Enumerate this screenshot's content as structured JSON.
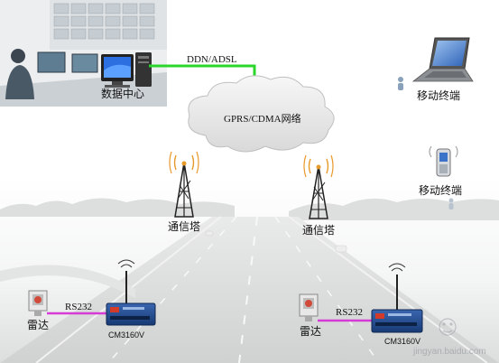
{
  "diagram": {
    "data_center_label": "数据中心",
    "link_label": "DDN/ADSL",
    "network_label": "GPRS/CDMA网络",
    "mobile_terminal_laptop_label": "移动终端",
    "mobile_terminal_phone_label": "移动终端",
    "tower_left_label": "通信塔",
    "tower_right_label": "通信塔",
    "radar_left_label": "雷达",
    "radar_right_label": "雷达",
    "rs232_left_label": "RS232",
    "rs232_right_label": "RS232",
    "device_left_label": "CM3160V",
    "device_right_label": "CM3160V"
  },
  "watermark": {
    "text": "jingyan.baidu.com"
  },
  "colors": {
    "link_green": "#2bd62b",
    "rs232_magenta": "#d63bd6",
    "device_blue": "#1f4a8e",
    "cloud_gray": "#e6e6e6"
  }
}
